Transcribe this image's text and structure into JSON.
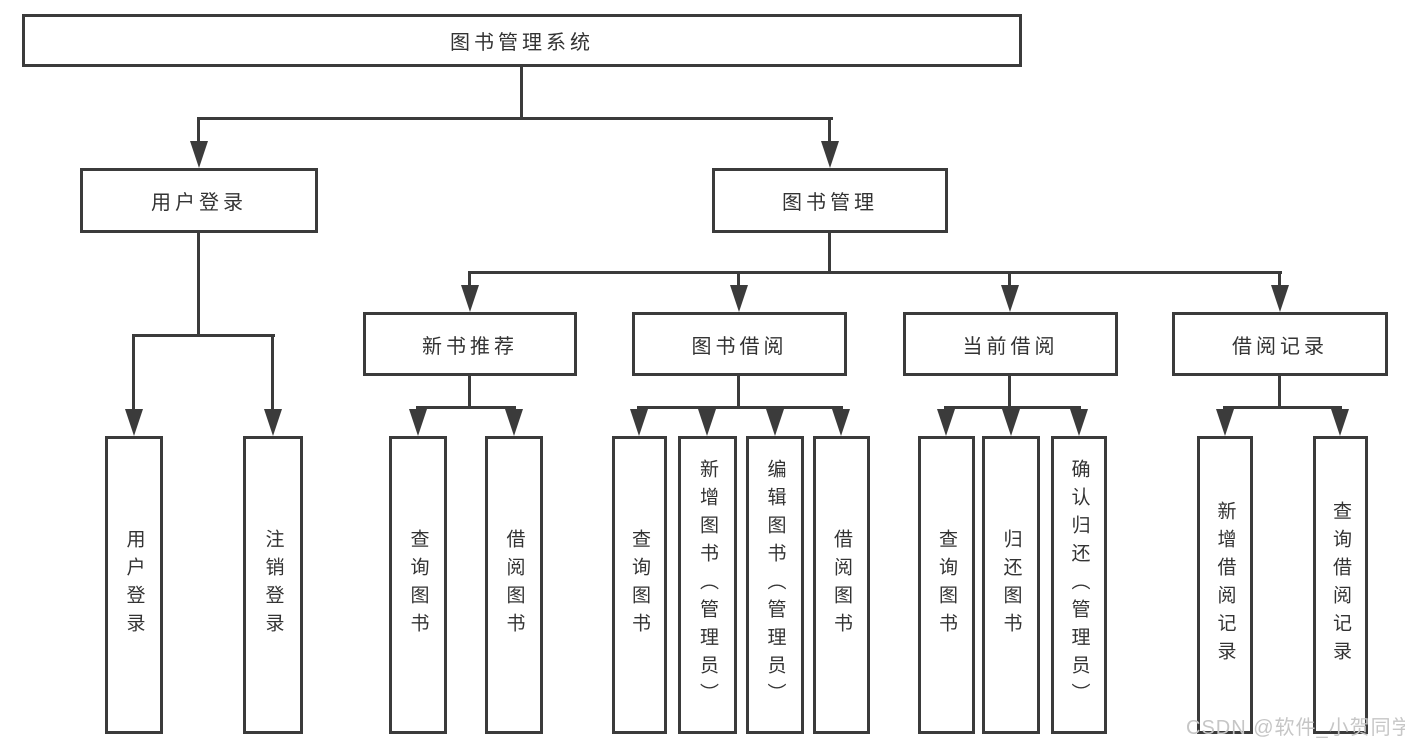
{
  "diagram": {
    "root": "图书管理系统",
    "level1": {
      "user_login": "用户登录",
      "book_mgmt": "图书管理"
    },
    "level2": {
      "new_books": "新书推荐",
      "book_borrow": "图书借阅",
      "current_borrow": "当前借阅",
      "borrow_records": "借阅记录"
    },
    "leaves": {
      "user": [
        "用户登录",
        "注销登录"
      ],
      "recommend": [
        "查询图书",
        "借阅图书"
      ],
      "borrow": [
        "查询图书",
        "新增图书（管理员）",
        "编辑图书（管理员）",
        "借阅图书"
      ],
      "current": [
        "查询图书",
        "归还图书",
        "确认归还（管理员）"
      ],
      "records": [
        "新增借阅记录",
        "查询借阅记录"
      ]
    }
  },
  "watermark": "CSDN @软件_小贺同学",
  "colors": {
    "line": "#3b3b3b",
    "text": "#333333",
    "watermark": "#c6c6c6",
    "background": "#ffffff"
  }
}
